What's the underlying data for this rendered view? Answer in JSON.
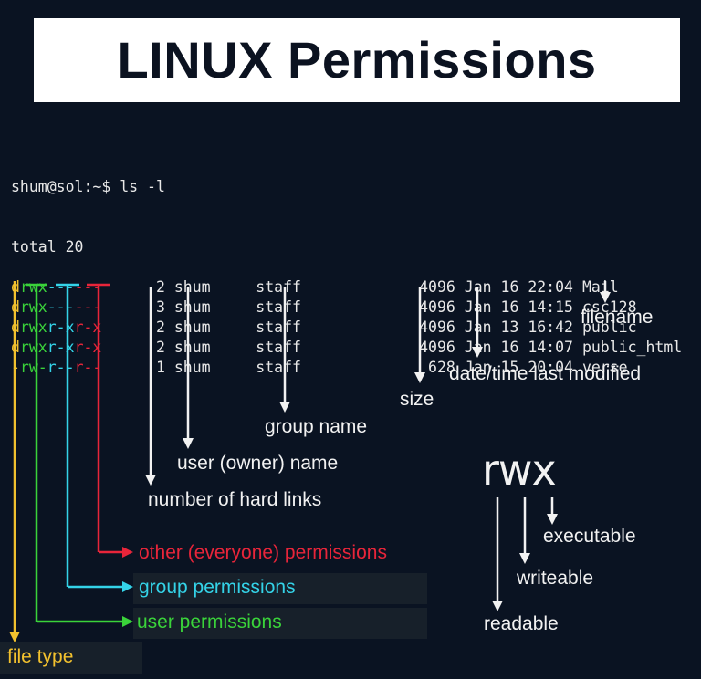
{
  "title": "LINUX Permissions",
  "terminal": {
    "prompt": "shum@sol:~$ ls -l",
    "total": "total 20",
    "rows": [
      {
        "type": "d",
        "user": "rwx",
        "group": "---",
        "other": "---",
        "links": "2",
        "owner": "shum",
        "grp": "staff",
        "size": "4096",
        "date": "Jan 16 22:04",
        "name": "Mail"
      },
      {
        "type": "d",
        "user": "rwx",
        "group": "---",
        "other": "---",
        "links": "3",
        "owner": "shum",
        "grp": "staff",
        "size": "4096",
        "date": "Jan 16 14:15",
        "name": "csc128"
      },
      {
        "type": "d",
        "user": "rwx",
        "group": "r-x",
        "other": "r-x",
        "links": "2",
        "owner": "shum",
        "grp": "staff",
        "size": "4096",
        "date": "Jan 13 16:42",
        "name": "public"
      },
      {
        "type": "d",
        "user": "rwx",
        "group": "r-x",
        "other": "r-x",
        "links": "2",
        "owner": "shum",
        "grp": "staff",
        "size": "4096",
        "date": "Jan 16 14:07",
        "name": "public_html"
      },
      {
        "type": "-",
        "user": "rw-",
        "group": "r--",
        "other": "r--",
        "links": "1",
        "owner": "shum",
        "grp": "staff",
        "size": "628",
        "date": "Jan 15 20:04",
        "name": "verse"
      }
    ]
  },
  "labels": {
    "filename": "filename",
    "date": "date/time last modified",
    "size": "size",
    "group_name": "group name",
    "owner_name": "user (owner) name",
    "hard_links": "number of hard links",
    "other_perms": "other (everyone) permissions",
    "group_perms": "group permissions",
    "user_perms": "user permissions",
    "file_type": "file type"
  },
  "rwx": {
    "letters": "rwx",
    "executable": "executable",
    "writeable": "writeable",
    "readable": "readable"
  },
  "colors": {
    "file_type": "#f2c12e",
    "user": "#3ad33a",
    "group": "#34d3e8",
    "other": "#e8253a",
    "background": "#0a1322"
  }
}
